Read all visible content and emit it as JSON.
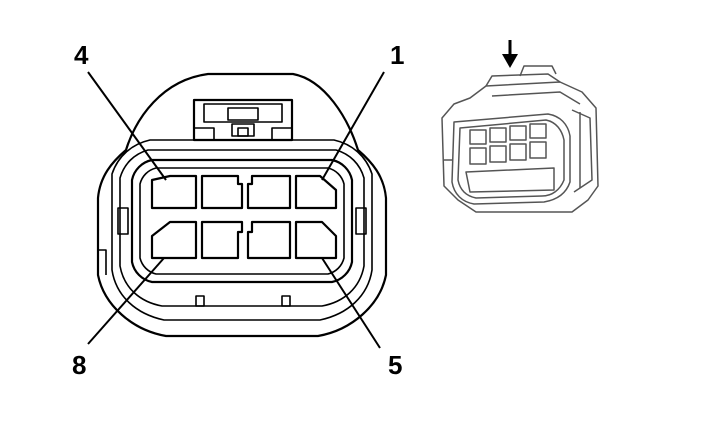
{
  "figure": {
    "pin_labels": {
      "pin_4": "4",
      "pin_1": "1",
      "pin_8": "8",
      "pin_5": "5"
    },
    "perspective_view_icon": "down-arrow-icon"
  }
}
